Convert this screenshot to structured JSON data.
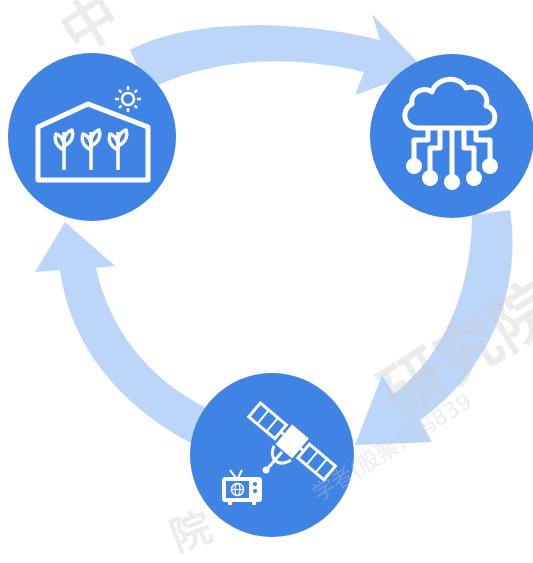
{
  "diagram": {
    "nodes": [
      {
        "id": "greenhouse",
        "icon": "greenhouse-icon",
        "extra_icon": "sun-icon"
      },
      {
        "id": "cloud",
        "icon": "cloud-network-icon"
      },
      {
        "id": "satellite",
        "icon": "satellite-icon",
        "extra_icon": "tv-globe-icon"
      }
    ],
    "edges": [
      {
        "from": "greenhouse",
        "to": "cloud"
      },
      {
        "from": "cloud",
        "to": "satellite"
      },
      {
        "from": "satellite",
        "to": "greenhouse"
      }
    ],
    "colors": {
      "node_fill": "#3f83e4",
      "arrow_fill": "#bcd6fa",
      "icon_stroke": "#ffffff"
    }
  },
  "watermark": {
    "brand": "研究院",
    "line": "学者(股票代码839",
    "tl": "中",
    "bl": "院"
  }
}
